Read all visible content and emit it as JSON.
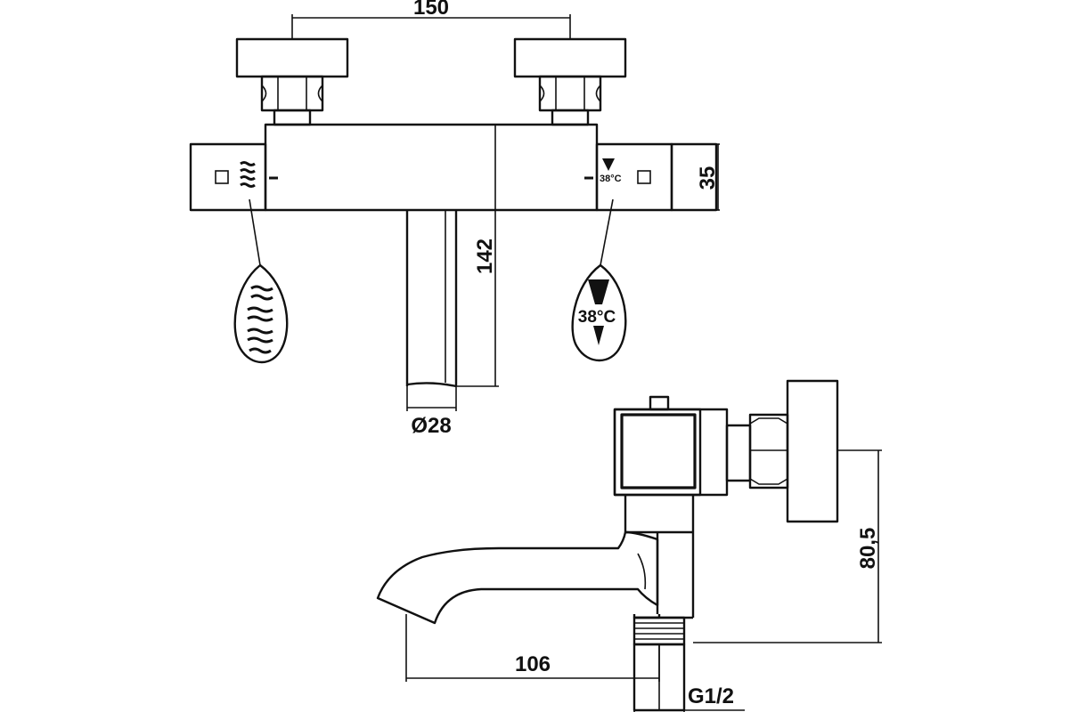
{
  "dimensions": {
    "handle_spacing": "150",
    "body_height": "35",
    "outlet_length": "142",
    "outlet_diameter": "Ø28",
    "spout_reach": "106",
    "centre_height": "80,5",
    "thread_size": "G1/2"
  },
  "temperature_label": "38°C",
  "temperature_label_small": "38°C",
  "icons": [
    "water-waves-icon",
    "temperature-wedge-icon",
    "water-waves-handle-icon",
    "temperature-handle-icon"
  ],
  "colors": {
    "line": "#111111",
    "background": "#ffffff"
  }
}
